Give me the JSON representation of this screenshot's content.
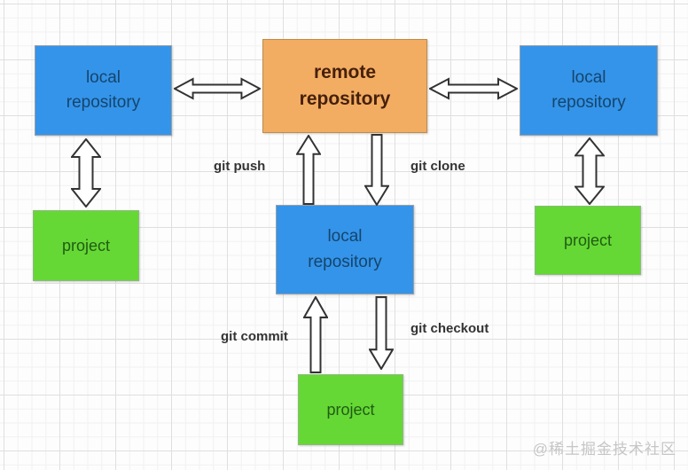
{
  "diagram": {
    "nodes": {
      "local_repo_top_left": {
        "label": "local repository"
      },
      "remote_repo": {
        "label": "remote repository"
      },
      "local_repo_top_right": {
        "label": "local repository"
      },
      "local_repo_center": {
        "label": "local repository"
      },
      "project_left": {
        "label": "project"
      },
      "project_right": {
        "label": "project"
      },
      "project_bottom": {
        "label": "project"
      }
    },
    "edge_labels": {
      "git_push": "git push",
      "git_clone": "git clone",
      "git_commit": "git commit",
      "git_checkout": "git checkout"
    },
    "colors": {
      "local_repo_fill": "#3494ea",
      "local_repo_text": "#15456b",
      "remote_repo_fill": "#f2ad63",
      "remote_repo_text": "#46200a",
      "project_fill": "#65d835",
      "project_text": "#215c13",
      "arrow_outline": "#333333",
      "arrow_fill": "#ffffff",
      "edge_label_text": "#333333",
      "watermark_text": "#c6c6c6"
    },
    "watermark": "@稀土掘金技术社区"
  }
}
